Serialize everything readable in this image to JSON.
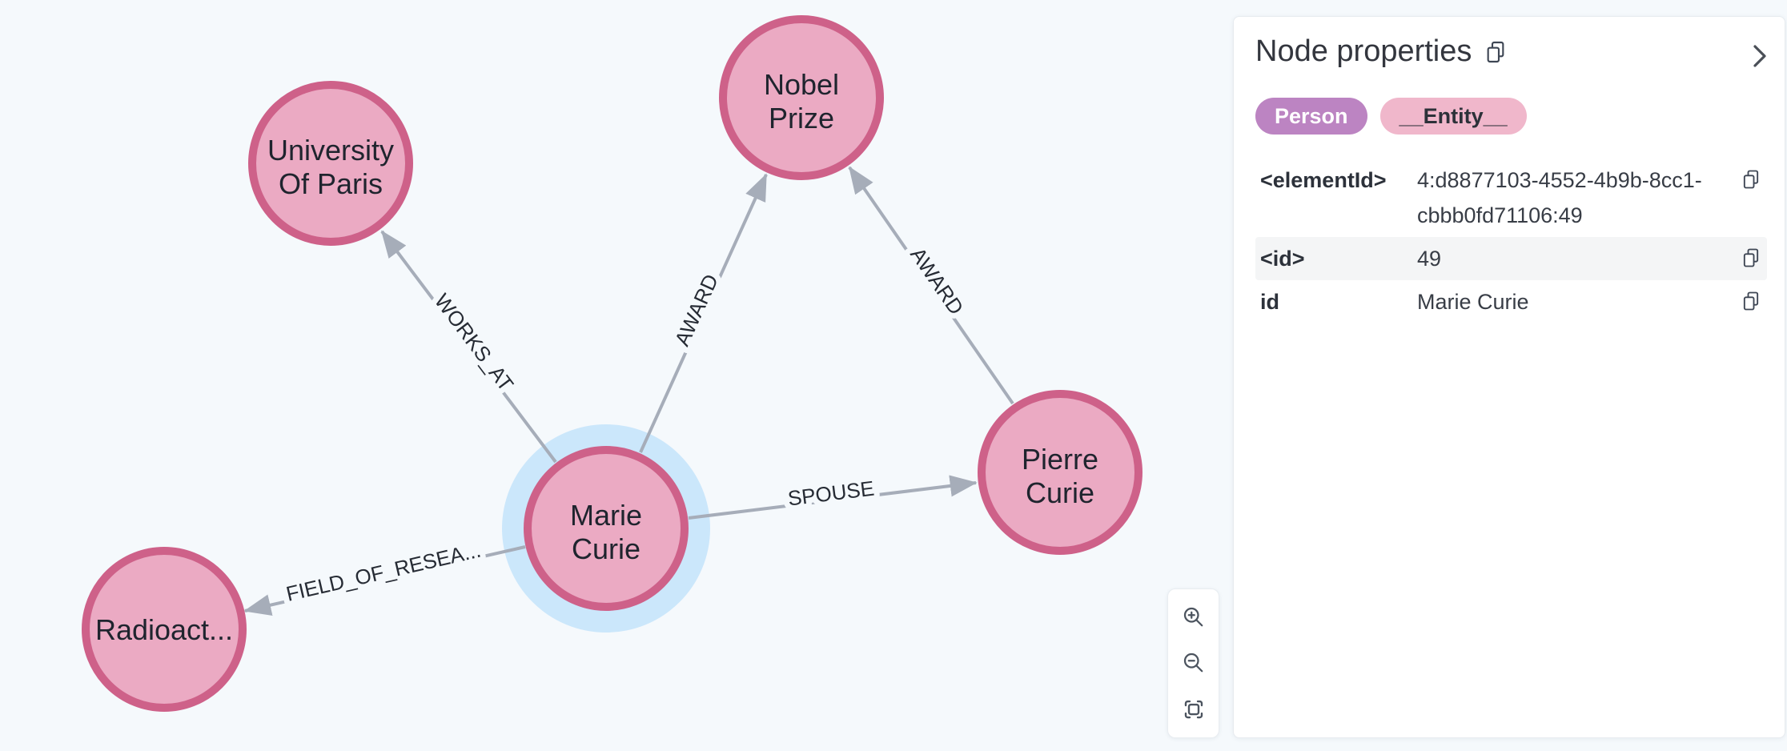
{
  "canvas": {
    "background_color": "#f5f9fc",
    "node_fill_color": "#ebaac3",
    "node_border_color": "#ce6189",
    "selection_halo_color": "#cbe7fb",
    "edge_color": "#a6adb9",
    "nodes": [
      {
        "id": "university-of-paris",
        "line1": "University",
        "line2": "Of Paris"
      },
      {
        "id": "nobel-prize",
        "line1": "Nobel",
        "line2": "Prize"
      },
      {
        "id": "marie-curie",
        "line1": "Marie",
        "line2": "Curie",
        "selected": true
      },
      {
        "id": "pierre-curie",
        "line1": "Pierre",
        "line2": "Curie"
      },
      {
        "id": "radioactivity",
        "line1": "Radioact..."
      }
    ],
    "edges": [
      {
        "label": "WORKS_AT",
        "from": "marie-curie",
        "to": "university-of-paris"
      },
      {
        "label": "AWARD",
        "from": "marie-curie",
        "to": "nobel-prize"
      },
      {
        "label": "AWARD",
        "from": "pierre-curie",
        "to": "nobel-prize"
      },
      {
        "label": "SPOUSE",
        "from": "marie-curie",
        "to": "pierre-curie"
      },
      {
        "label": "FIELD_OF_RESEA...",
        "from": "marie-curie",
        "to": "radioactivity"
      }
    ],
    "controls": {
      "zoom_in_icon": "zoom-in-icon",
      "zoom_out_icon": "zoom-out-icon",
      "fit_icon": "fit-to-view-icon"
    }
  },
  "panel": {
    "title": "Node properties",
    "title_copy_icon": "copy-icon",
    "collapse_icon": "chevron-right-icon",
    "labels": [
      {
        "text": "Person",
        "bg": "#bc84c2",
        "fg": "#ffffff"
      },
      {
        "text": "__Entity__",
        "bg": "#f0b7cb",
        "fg": "#2d3139"
      }
    ],
    "properties": [
      {
        "key": "<elementId>",
        "value": "4:d8877103-4552-4b9b-8cc1-cbbb0fd71106:49"
      },
      {
        "key": "<id>",
        "value": "49"
      },
      {
        "key": "id",
        "value": "Marie Curie"
      }
    ]
  }
}
